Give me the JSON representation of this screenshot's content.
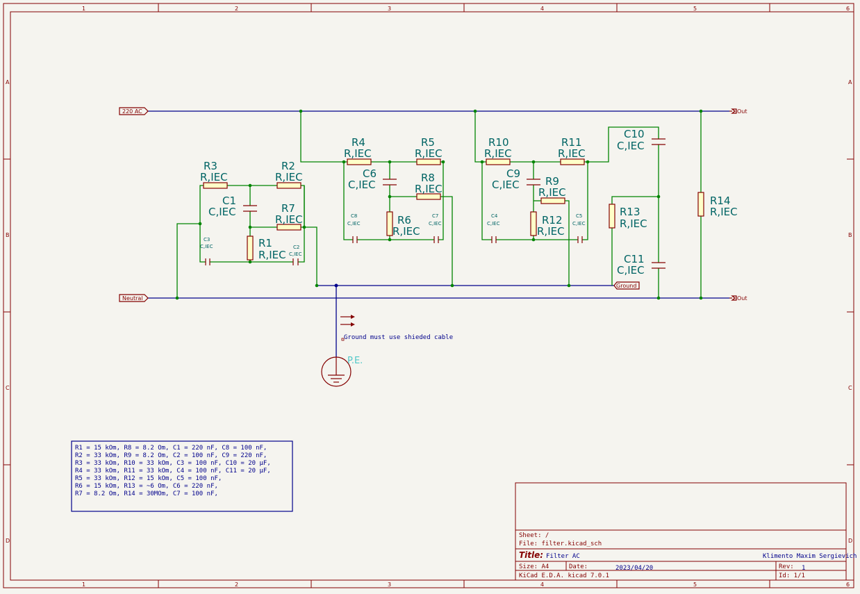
{
  "ruler": {
    "columns": [
      "1",
      "2",
      "3",
      "4",
      "5",
      "6"
    ],
    "rows": [
      "A",
      "B",
      "C",
      "D"
    ]
  },
  "labels": {
    "input": "220 AC",
    "neutral": "Neutral",
    "out_top": "Out",
    "out_bottom": "Out",
    "ground": "Ground",
    "pe": "P.E.",
    "cable_note": "Ground must use shieded cable"
  },
  "components": {
    "R1": {
      "ref": "R1",
      "value": "R,IEC"
    },
    "R2": {
      "ref": "R2",
      "value": "R,IEC"
    },
    "R3": {
      "ref": "R3",
      "value": "R,IEC"
    },
    "R4": {
      "ref": "R4",
      "value": "R,IEC"
    },
    "R5": {
      "ref": "R5",
      "value": "R,IEC"
    },
    "R6": {
      "ref": "R6",
      "value": "R,IEC"
    },
    "R7": {
      "ref": "R7",
      "value": "R,IEC"
    },
    "R8": {
      "ref": "R8",
      "value": "R,IEC"
    },
    "R9": {
      "ref": "R9",
      "value": "R,IEC"
    },
    "R10": {
      "ref": "R10",
      "value": "R,IEC"
    },
    "R11": {
      "ref": "R11",
      "value": "R,IEC"
    },
    "R12": {
      "ref": "R12",
      "value": "R,IEC"
    },
    "R13": {
      "ref": "R13",
      "value": "R,IEC"
    },
    "R14": {
      "ref": "R14",
      "value": "R,IEC"
    },
    "C1": {
      "ref": "C1",
      "value": "C,IEC"
    },
    "C2": {
      "ref": "C2",
      "value": "C,IEC"
    },
    "C3": {
      "ref": "C3",
      "value": "C,IEC"
    },
    "C4": {
      "ref": "C4",
      "value": "C,IEC"
    },
    "C5": {
      "ref": "C5",
      "value": "C,IEC"
    },
    "C6": {
      "ref": "C6",
      "value": "C,IEC"
    },
    "C7": {
      "ref": "C7",
      "value": "C,IEC"
    },
    "C8": {
      "ref": "C8",
      "value": "C,IEC"
    },
    "C9": {
      "ref": "C9",
      "value": "C,IEC"
    },
    "C10": {
      "ref": "C10",
      "value": "C,IEC"
    },
    "C11": {
      "ref": "C11",
      "value": "C,IEC"
    }
  },
  "notes": [
    "R1 = 15 kOm, R8 = 8.2 Om, C1 = 220 nF,  C8 = 100 nF,",
    "R2 = 33 kOm, R9 = 8.2 Om, C2 = 100 nF,  C9 = 220 nF,",
    "R3 = 33 kOm, R10 = 33 kOm, C3 = 100 nF, C10 = 20 μF,",
    "R4 = 33 kOm, R11 = 33 kOm, C4 = 100 nF, C11 = 20 μF,",
    "R5 = 33 kOm, R12 = 15 kOm, C5 = 100 nF,",
    "R6 = 15 kOm, R13 = ~6 Om, C6 = 220 nF,",
    "R7 = 8.2 Om, R14 = 30MOm, C7 = 100 nF,"
  ],
  "title_block": {
    "sheet": "Sheet: /",
    "file": "File: filter.kicad_sch",
    "title_label": "Title:",
    "title": "Filter AC",
    "author": "Klimento Maxim Sergievich",
    "size": "Size: A4",
    "date_label": "Date:",
    "date": "2023/04/20",
    "rev_label": "Rev:",
    "rev": "1",
    "tool": "KiCad E.D.A.  kicad 7.0.1",
    "id": "Id: 1/1"
  }
}
